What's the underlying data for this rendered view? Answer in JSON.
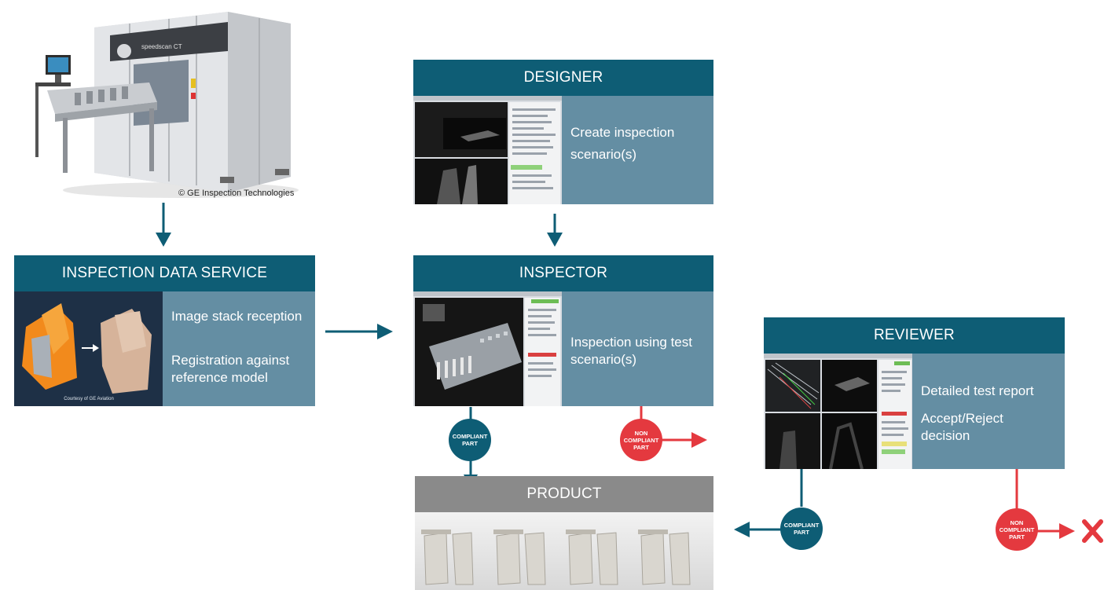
{
  "colors": {
    "teal": "#0e5d75",
    "panel": "#648ea3",
    "red": "#e4393f",
    "gray_header": "#8a8a8a"
  },
  "machine": {
    "credit": "© GE Inspection Technologies",
    "brand_label": "speedscan CT"
  },
  "inspection_data_service": {
    "title": "INSPECTION DATA SERVICE",
    "lines": [
      "Image stack reception",
      "Registration against reference model"
    ],
    "image_caption": "Courtesy of GE Aviation"
  },
  "designer": {
    "title": "DESIGNER",
    "text": "Create inspection scenario(s)"
  },
  "inspector": {
    "title": "INSPECTOR",
    "text": "Inspection using test scenario(s)"
  },
  "reviewer": {
    "title": "REVIEWER",
    "lines": [
      "Detailed test report",
      "Accept/Reject decision"
    ]
  },
  "product": {
    "title": "PRODUCT"
  },
  "badges": {
    "compliant": [
      "COMPLIANT",
      "PART"
    ],
    "non_compliant": [
      "NON",
      "COMPLIANT",
      "PART"
    ]
  }
}
